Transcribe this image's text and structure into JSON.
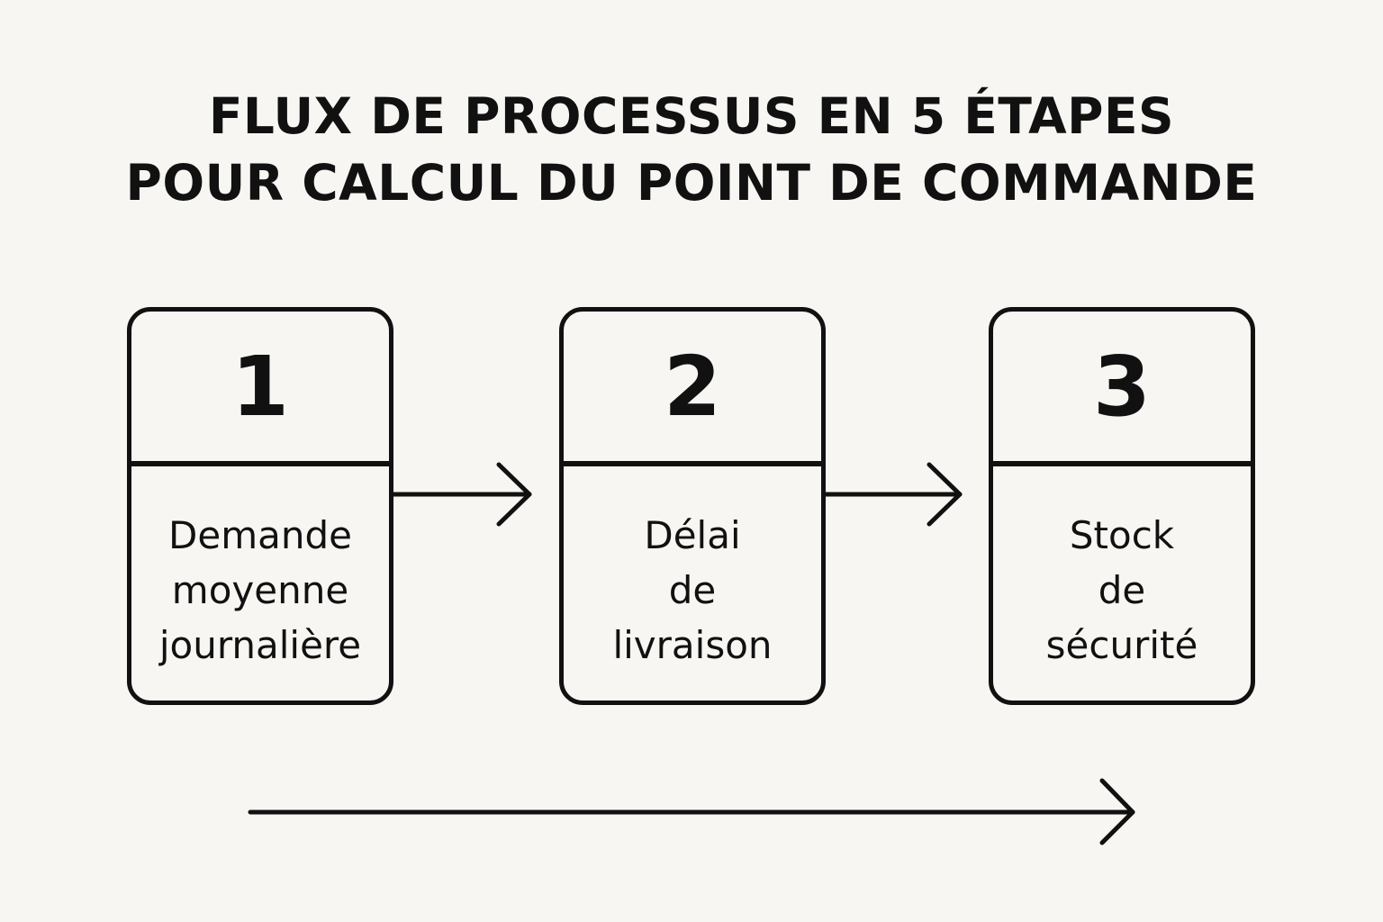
{
  "title": {
    "line1": "FLUX DE PROCESSUS EN 5 ÉTAPES",
    "line2": "POUR CALCUL DU POINT DE COMMANDE"
  },
  "steps": [
    {
      "number": "1",
      "label_lines": [
        "Demande",
        "moyenne",
        "journalière"
      ]
    },
    {
      "number": "2",
      "label_lines": [
        "Délai",
        "de",
        "livraison"
      ]
    },
    {
      "number": "3",
      "label_lines": [
        "Stock",
        "de",
        "sécurité"
      ]
    }
  ],
  "colors": {
    "background": "#f7f6f2",
    "ink": "#111111"
  }
}
